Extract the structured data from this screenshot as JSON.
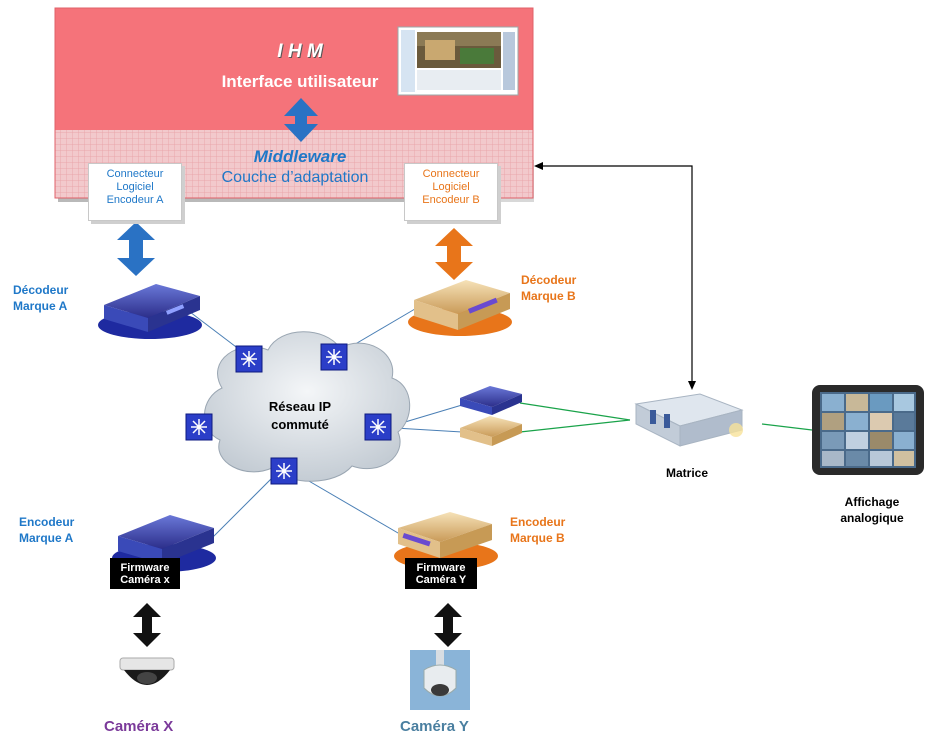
{
  "ihm": {
    "title": "I H M",
    "subtitle": "Interface utilisateur"
  },
  "middleware": {
    "title": "Middleware",
    "subtitle": "Couche d’adaptation"
  },
  "connectors": {
    "a": {
      "line1": "Connecteur",
      "line2": "Logiciel",
      "line3": "Encodeur A"
    },
    "b": {
      "line1": "Connecteur",
      "line2": "Logiciel",
      "line3": "Encodeur B"
    }
  },
  "decoders": {
    "a": {
      "line1": "Décodeur",
      "line2": "Marque A"
    },
    "b": {
      "line1": "Décodeur",
      "line2": "Marque B"
    }
  },
  "network": {
    "line1": "Réseau IP",
    "line2": "commuté"
  },
  "encoders": {
    "a": {
      "line1": "Encodeur",
      "line2": "Marque A"
    },
    "b": {
      "line1": "Encodeur",
      "line2": "Marque B"
    }
  },
  "firmware": {
    "x": {
      "line1": "Firmware",
      "line2": "Caméra x"
    },
    "y": {
      "line1": "Firmware",
      "line2": "Caméra Y"
    }
  },
  "matrix": {
    "label": "Matrice"
  },
  "display": {
    "line1": "Affichage",
    "line2": "analogique"
  },
  "cameras": {
    "x": "Caméra X",
    "y": "Caméra Y"
  },
  "colors": {
    "ihm_bg": "#f5737a",
    "blue": "#1f78c8",
    "orange": "#e8751a",
    "purple": "#7b3a9a",
    "teal": "#4a7fa0",
    "link_green": "#1aa34a",
    "link_blue": "#4a7fb5"
  }
}
